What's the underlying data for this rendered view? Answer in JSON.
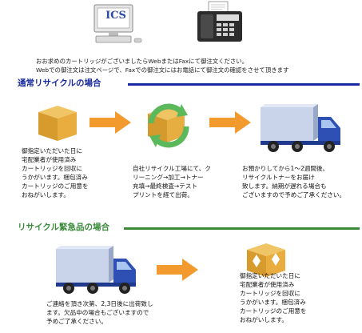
{
  "computer_label": "ICS",
  "intro_text": "おお求めのカートリッジがございましたらWebまたはFaxにて御注文ください。\nWebでの御注文は注文ページで、Faxでの御注文にはお電話にて御注文の確認をさせて頂きます",
  "colors": {
    "normal_accent": "#1a2aa0",
    "urgent_accent": "#3a8a3a",
    "arrow": "#f39a2e",
    "truck_blue": "#2e4fb4",
    "box": "#d9a234"
  },
  "normal_section": {
    "title": "通常リサイクルの場合",
    "step1": "御指定いただいた日に\n宅配業者が使用済み\nカートリッジを回収に\nうかがいます。梱包済み\nカートリッジのご用意を\nおねがいします。",
    "step2": "自社リサイクル工場にて、ク\nリーニング→加工→トナー\n充填→最終検査→テスト\nプリントを経て出荷。",
    "step3": "お預かりしてから1～2週間後、\nリサイクルトナーをお届け\n致します。納期が遅れる場合も\nございますので予めご了承ください。"
  },
  "urgent_section": {
    "title": "リサイクル緊急品の場合",
    "step1": "ご連絡を頂き次第、2,3日後に出荷致し\nます。欠品中の場合もございますので\n予めご了承ください。",
    "step2": "御指定いただいた日に\n宅配業者が使用済み\nカートリッジを回収に\nうかがいます。梱包済み\nカートリッジのご用意を\nおねがいします。"
  }
}
